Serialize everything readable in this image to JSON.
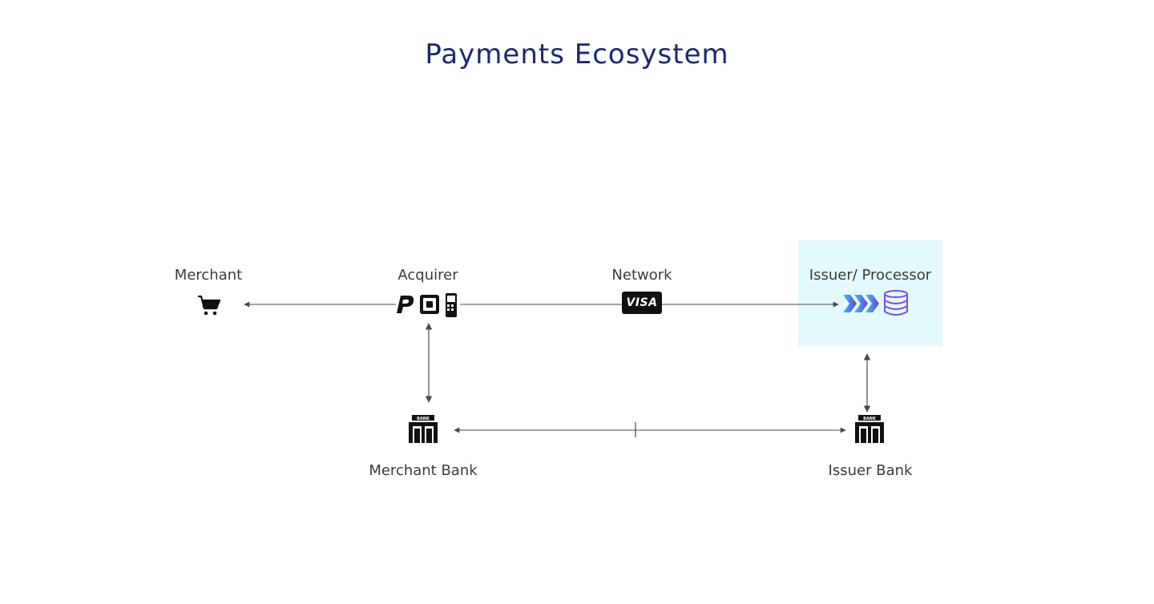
{
  "title": "Payments Ecosystem",
  "nodes": {
    "merchant": {
      "label": "Merchant",
      "icon": "shopping-cart-icon"
    },
    "acquirer": {
      "label": "Acquirer",
      "icons": [
        "paypal-icon",
        "square-icon",
        "card-terminal-icon"
      ]
    },
    "network": {
      "label": "Network",
      "icon": "visa-card-icon",
      "card_text": "VISA"
    },
    "issuer_processor": {
      "label": "Issuer/ Processor",
      "icons": [
        "chevrons-icon",
        "database-icon"
      ],
      "highlight_color": "#e3f9fb"
    },
    "merchant_bank": {
      "label": "Merchant Bank",
      "icon": "bank-icon",
      "sign_text": "BANK"
    },
    "issuer_bank": {
      "label": "Issuer Bank",
      "icon": "bank-icon",
      "sign_text": "BANK"
    }
  },
  "colors": {
    "title": "#1a2a6c",
    "label": "#3a3a3a",
    "connector": "#4a4a4a",
    "chevron_gradient": [
      "#3ec6e0",
      "#6a3de8"
    ],
    "database": "#7b4fe0"
  }
}
